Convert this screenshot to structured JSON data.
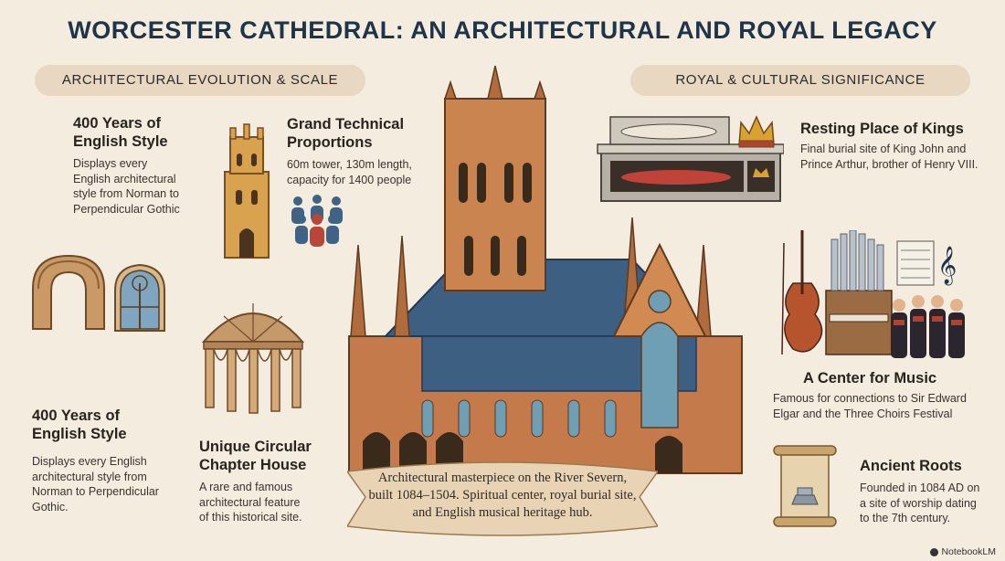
{
  "title": "WORCESTER CATHEDRAL: AN ARCHITECTURAL AND ROYAL LEGACY",
  "left_section": {
    "label": "ARCHITECTURAL EVOLUTION & SCALE"
  },
  "right_section": {
    "label": "ROYAL & CULTURAL SIGNIFICANCE"
  },
  "cards": {
    "style_top": {
      "heading_line1": "400 Years of",
      "heading_line2": "English Style",
      "body": [
        "Displays every",
        "English architectural",
        "style from Norman to",
        "Perpendicular Gothic"
      ]
    },
    "proportions": {
      "heading_line1": "Grand Technical",
      "heading_line2": "Proportions",
      "body": [
        "60m tower, 130m length,",
        "capacity for 1400 people"
      ]
    },
    "style_bottom": {
      "heading_line1": "400 Years of",
      "heading_line2": "English Style",
      "body": [
        "Displays every English",
        "architectural style from",
        "Norman to Perpendicular",
        "Gothic."
      ]
    },
    "chapter_house": {
      "heading_line1": "Unique Circular",
      "heading_line2": "Chapter House",
      "body": [
        "A rare and famous",
        "architectural feature",
        "of this historical site."
      ]
    },
    "kings": {
      "heading": "Resting Place of Kings",
      "body": [
        "Final burial site of King John and",
        "Prince Arthur, brother of Henry VIII."
      ]
    },
    "music": {
      "heading": "A Center for Music",
      "body": [
        "Famous for connections to Sir Edward",
        "Elgar and the Three Choirs Festival"
      ]
    },
    "roots": {
      "heading": "Ancient Roots",
      "body": [
        "Founded in 1084 AD on",
        "a site of worship dating",
        "to the 7th century."
      ]
    }
  },
  "banner": [
    "Architectural masterpiece on the River Severn,",
    "built 1084–1504. Spiritual center, royal burial site,",
    "and English musical heritage hub."
  ],
  "footer": "NotebookLM",
  "colors": {
    "title": "#1e3448",
    "pill": "#e8d7c1",
    "background": "#f3ecdf",
    "stone": "#c47a4a",
    "roof": "#3d5f82"
  }
}
